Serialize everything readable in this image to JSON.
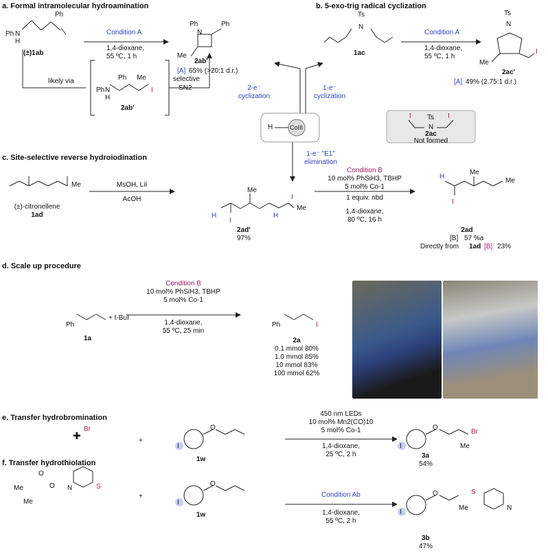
{
  "headings": {
    "a": "a. Formal intramolecular hydroamination",
    "b": "b. 5-exo-trig radical cyclization",
    "c": "c. Site-selective reverse hydroiodination",
    "d": "d. Scale up procedure",
    "e": "e. Transfer hydrobromination",
    "f": "f. Transfer hydrothiolation"
  },
  "section_a": {
    "condition": "Condition A",
    "solvent": "1,4-dioxane,",
    "temp_time": "55 ºC,  1 h",
    "sm_label": "(±)1ab",
    "product_label": "2ab'",
    "yield_tag": "[A]",
    "yield": "65% (>20:1 d.r.)",
    "likely_via": "likely via",
    "intermediate_label": "2ab'",
    "selective": "selective",
    "sn2": "SN2"
  },
  "section_b": {
    "condition": "Condition A",
    "solvent": "1,4-dioxane,",
    "temp_time": "55 ºC,  1 h",
    "sm_label": "1ac",
    "product_label": "2ac'",
    "yield_tag": "[A]",
    "yield": "49% (2.75:1 d.r.)",
    "not_formed_label": "2ac",
    "not_formed": "Not formed"
  },
  "center": {
    "left_mode": "2-e⁻",
    "left_mode2": "cyclization",
    "right_mode": "1-e⁻",
    "right_mode2": "cyclization",
    "down_mode": "1-e⁻ \"E1\"",
    "down_mode2": "elimination",
    "catalyst_h": "H",
    "catalyst": "CoIII"
  },
  "section_c": {
    "reagent1": "MsOH, LiI",
    "reagent2": "AcOH",
    "sm_name": "(±)-citronellene",
    "sm_label": "1ad",
    "int_label": "2ad'",
    "int_yield": "97%",
    "condition": "Condition B",
    "line1": "10 mol% PhSiH3, TBHP",
    "line2": "5 mol% Co-1",
    "line3": "1 equiv. nbd",
    "line4": "1,4-dioxane,",
    "line5": "80 ºC,  16 h",
    "product_label": "2ad",
    "yield_tag": "[B]",
    "yield": "57 %a",
    "direct": "Directly from",
    "direct_sm": "1ad",
    "direct_tag": "[B]",
    "direct_yield": "23%"
  },
  "section_d": {
    "sm_label": "1a",
    "reagent": "+ t-BuI",
    "condition": "Condition B",
    "line1": "10 mol% PhSiH3, TBHP",
    "line2": "5 mol% Co-1",
    "line3": "1,4-dioxane,",
    "line4": "55 ºC,  25 min",
    "product_label": "2a",
    "scales": [
      "0.1 mmol 80%",
      "1.0 mmol 85%",
      "10 mmol 83%",
      "100 mmol 62%"
    ]
  },
  "section_e": {
    "plus": "+",
    "sm_label": "1w",
    "line1": "450 nm LEDs",
    "line2": "10 mol% Mn2(CO)10",
    "line3": "5 mol% Co-1",
    "line4": "1,4-dioxane,",
    "line5": "25 ºC,  2 h",
    "product_label": "3a",
    "yield": "54%"
  },
  "section_f": {
    "plus": "+",
    "sm_label": "1w",
    "condition": "Condition Ab",
    "line1": "1,4-dioxane,",
    "line2": "55 ºC,  2 h",
    "product_label": "3b",
    "yield": "47%"
  },
  "atoms": {
    "Ph": "Ph",
    "N": "N",
    "H": "H",
    "I": "I",
    "Me": "Me",
    "Ts": "Ts",
    "Br": "Br",
    "O": "O",
    "S": "S"
  },
  "colors": {
    "blue": "#2a3fbf",
    "red": "#b5124f",
    "iodine_highlight": "#c9cdf3",
    "box_gray": "#e8e8e8"
  }
}
